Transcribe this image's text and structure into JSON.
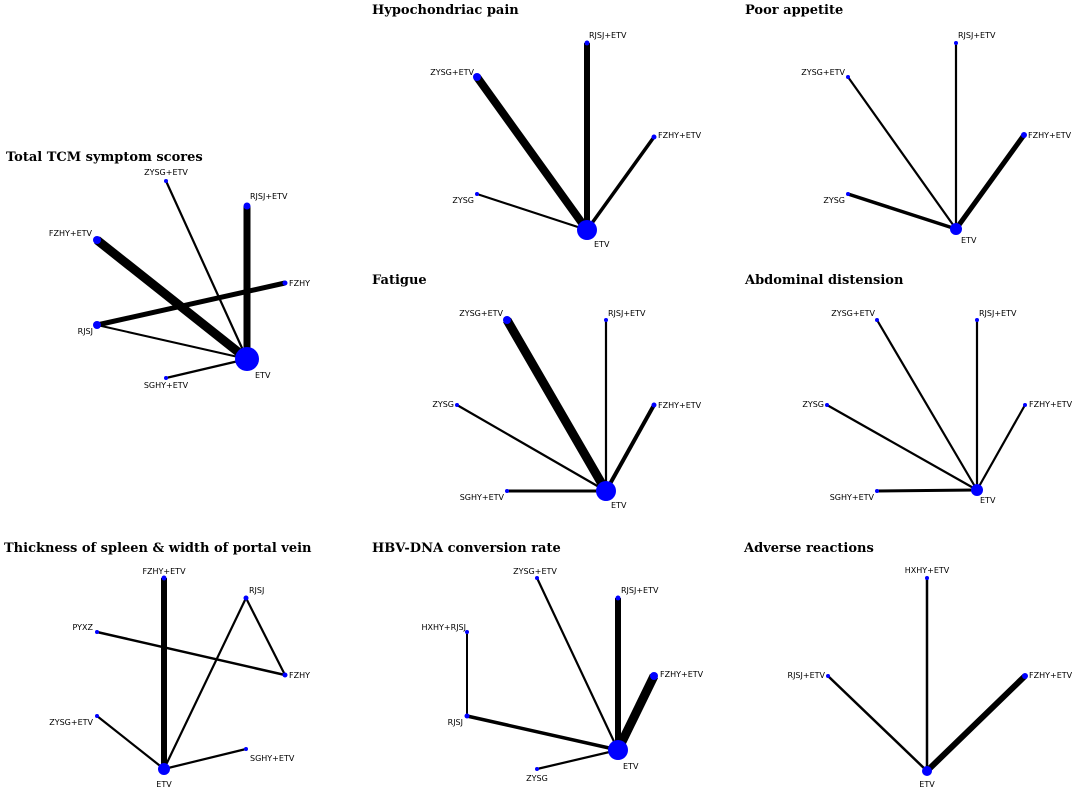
{
  "node_color": "#0000ff",
  "edge_color": "#000000",
  "panels": [
    {
      "id": "total-tcm",
      "title": "Total TCM symptom scores",
      "nodes": [
        {
          "id": "ZYSG+ETV",
          "label": "ZYSG+ETV"
        },
        {
          "id": "RJSJ+ETV",
          "label": "RJSJ+ETV"
        },
        {
          "id": "FZHY+ETV",
          "label": "FZHY+ETV"
        },
        {
          "id": "FZHY",
          "label": "FZHY"
        },
        {
          "id": "RJSJ",
          "label": "RJSJ"
        },
        {
          "id": "SGHY+ETV",
          "label": "SGHY+ETV"
        },
        {
          "id": "ETV",
          "label": "ETV"
        }
      ],
      "edges": [
        {
          "from": "FZHY+ETV",
          "to": "ETV"
        },
        {
          "from": "RJSJ+ETV",
          "to": "ETV"
        },
        {
          "from": "ZYSG+ETV",
          "to": "ETV"
        },
        {
          "from": "RJSJ",
          "to": "FZHY"
        },
        {
          "from": "RJSJ",
          "to": "ETV"
        },
        {
          "from": "SGHY+ETV",
          "to": "ETV"
        }
      ]
    },
    {
      "id": "hypochondriac",
      "title": "Hypochondriac pain",
      "nodes": [
        {
          "id": "RJSJ+ETV",
          "label": "RJSJ+ETV"
        },
        {
          "id": "ZYSG+ETV",
          "label": "ZYSG+ETV"
        },
        {
          "id": "FZHY+ETV",
          "label": "FZHY+ETV"
        },
        {
          "id": "ZYSG",
          "label": "ZYSG"
        },
        {
          "id": "ETV",
          "label": "ETV"
        }
      ],
      "edges": [
        {
          "from": "ZYSG+ETV",
          "to": "ETV"
        },
        {
          "from": "RJSJ+ETV",
          "to": "ETV"
        },
        {
          "from": "FZHY+ETV",
          "to": "ETV"
        },
        {
          "from": "ZYSG",
          "to": "ETV"
        }
      ]
    },
    {
      "id": "poor-appetite",
      "title": "Poor appetite",
      "nodes": [
        {
          "id": "RJSJ+ETV",
          "label": "RJSJ+ETV"
        },
        {
          "id": "ZYSG+ETV",
          "label": "ZYSG+ETV"
        },
        {
          "id": "FZHY+ETV",
          "label": "FZHY+ETV"
        },
        {
          "id": "ZYSG",
          "label": "ZYSG"
        },
        {
          "id": "ETV",
          "label": "ETV"
        }
      ],
      "edges": [
        {
          "from": "RJSJ+ETV",
          "to": "ETV"
        },
        {
          "from": "ZYSG+ETV",
          "to": "ETV"
        },
        {
          "from": "FZHY+ETV",
          "to": "ETV"
        },
        {
          "from": "ZYSG",
          "to": "ETV"
        }
      ]
    },
    {
      "id": "fatigue",
      "title": "Fatigue",
      "nodes": [
        {
          "id": "ZYSG+ETV",
          "label": "ZYSG+ETV"
        },
        {
          "id": "RJSJ+ETV",
          "label": "RJSJ+ETV"
        },
        {
          "id": "ZYSG",
          "label": "ZYSG"
        },
        {
          "id": "FZHY+ETV",
          "label": "FZHY+ETV"
        },
        {
          "id": "SGHY+ETV",
          "label": "SGHY+ETV"
        },
        {
          "id": "ETV",
          "label": "ETV"
        }
      ],
      "edges": [
        {
          "from": "ZYSG+ETV",
          "to": "ETV"
        },
        {
          "from": "RJSJ+ETV",
          "to": "ETV"
        },
        {
          "from": "ZYSG",
          "to": "ETV"
        },
        {
          "from": "FZHY+ETV",
          "to": "ETV"
        },
        {
          "from": "SGHY+ETV",
          "to": "ETV"
        }
      ]
    },
    {
      "id": "abdominal",
      "title": "Abdominal distension",
      "nodes": [
        {
          "id": "ZYSG+ETV",
          "label": "ZYSG+ETV"
        },
        {
          "id": "RJSJ+ETV",
          "label": "RJSJ+ETV"
        },
        {
          "id": "ZYSG",
          "label": "ZYSG"
        },
        {
          "id": "FZHY+ETV",
          "label": "FZHY+ETV"
        },
        {
          "id": "SGHY+ETV",
          "label": "SGHY+ETV"
        },
        {
          "id": "ETV",
          "label": "ETV"
        }
      ],
      "edges": [
        {
          "from": "ZYSG+ETV",
          "to": "ETV"
        },
        {
          "from": "RJSJ+ETV",
          "to": "ETV"
        },
        {
          "from": "ZYSG",
          "to": "ETV"
        },
        {
          "from": "FZHY+ETV",
          "to": "ETV"
        },
        {
          "from": "SGHY+ETV",
          "to": "ETV"
        }
      ]
    },
    {
      "id": "spleen",
      "title": "Thickness of spleen & width of portal vein",
      "nodes": [
        {
          "id": "FZHY+ETV",
          "label": "FZHY+ETV"
        },
        {
          "id": "RJSJ",
          "label": "RJSJ"
        },
        {
          "id": "PYXZ",
          "label": "PYXZ"
        },
        {
          "id": "FZHY",
          "label": "FZHY"
        },
        {
          "id": "ZYSG+ETV",
          "label": "ZYSG+ETV"
        },
        {
          "id": "SGHY+ETV",
          "label": "SGHY+ETV"
        },
        {
          "id": "ETV",
          "label": "ETV"
        }
      ],
      "edges": [
        {
          "from": "FZHY+ETV",
          "to": "ETV"
        },
        {
          "from": "RJSJ",
          "to": "ETV"
        },
        {
          "from": "RJSJ",
          "to": "FZHY"
        },
        {
          "from": "PYXZ",
          "to": "FZHY"
        },
        {
          "from": "ZYSG+ETV",
          "to": "ETV"
        },
        {
          "from": "SGHY+ETV",
          "to": "ETV"
        }
      ]
    },
    {
      "id": "hbv",
      "title": "HBV-DNA conversion rate",
      "nodes": [
        {
          "id": "ZYSG+ETV",
          "label": "ZYSG+ETV"
        },
        {
          "id": "RJSJ+ETV",
          "label": "RJSJ+ETV"
        },
        {
          "id": "HXHY+RJSJ",
          "label": "HXHY+RJSJ"
        },
        {
          "id": "FZHY+ETV",
          "label": "FZHY+ETV"
        },
        {
          "id": "RJSJ",
          "label": "RJSJ"
        },
        {
          "id": "ZYSG",
          "label": "ZYSG"
        },
        {
          "id": "ETV",
          "label": "ETV"
        }
      ],
      "edges": [
        {
          "from": "ZYSG+ETV",
          "to": "ETV"
        },
        {
          "from": "RJSJ+ETV",
          "to": "ETV"
        },
        {
          "from": "FZHY+ETV",
          "to": "ETV"
        },
        {
          "from": "HXHY+RJSJ",
          "to": "RJSJ"
        },
        {
          "from": "RJSJ",
          "to": "ETV"
        },
        {
          "from": "ZYSG",
          "to": "ETV"
        }
      ]
    },
    {
      "id": "adverse",
      "title": "Adverse reactions",
      "nodes": [
        {
          "id": "HXHY+ETV",
          "label": "HXHY+ETV"
        },
        {
          "id": "RJSJ+ETV",
          "label": "RJSJ+ETV"
        },
        {
          "id": "FZHY+ETV",
          "label": "FZHY+ETV"
        },
        {
          "id": "ETV",
          "label": "ETV"
        }
      ],
      "edges": [
        {
          "from": "HXHY+ETV",
          "to": "ETV"
        },
        {
          "from": "RJSJ+ETV",
          "to": "ETV"
        },
        {
          "from": "FZHY+ETV",
          "to": "ETV"
        }
      ]
    }
  ]
}
